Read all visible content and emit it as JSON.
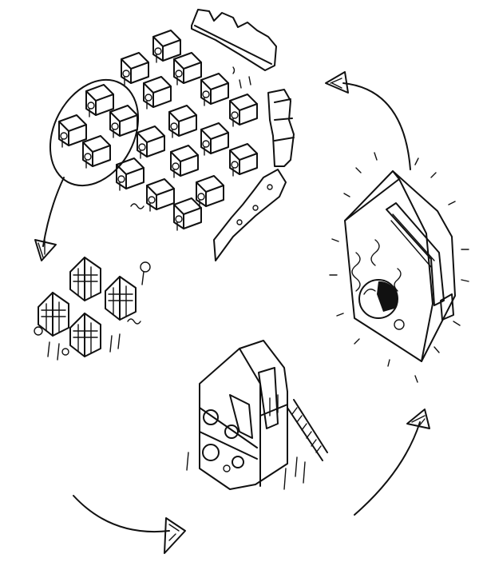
{
  "diagram": {
    "ink_color": "#111111",
    "background_color": "#ffffff",
    "nodes": [
      {
        "id": "village"
      },
      {
        "id": "house-cluster"
      },
      {
        "id": "tall-house"
      },
      {
        "id": "sun-block"
      }
    ],
    "edges": [
      {
        "from": "village",
        "to": "house-cluster"
      },
      {
        "from": "house-cluster",
        "to": "tall-house"
      },
      {
        "from": "tall-house",
        "to": "sun-block"
      },
      {
        "from": "sun-block",
        "to": "village"
      }
    ]
  }
}
